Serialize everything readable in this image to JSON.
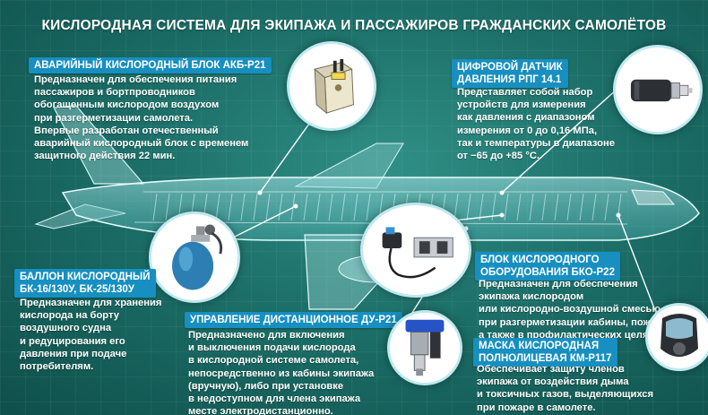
{
  "title": "КИСЛОРОДНАЯ СИСТЕМА ДЛЯ ЭКИПАЖА И ПАССАЖИРОВ ГРАЖДАНСКИХ САМОЛЁТОВ",
  "colors": {
    "background": "#1c6f68",
    "label_bar": "#178fc0",
    "text": "#ffffff",
    "connector": "#ffffff"
  },
  "components": [
    {
      "id": "akb",
      "heading": "АВАРИЙНЫЙ КИСЛОРОДНЫЙ БЛОК АКБ-Р21",
      "description": "Предназначен для обеспечения питания\nпассажиров и бортпроводников\nобогащенным кислородом воздухом\nпри разгерметизации самолета.\nВпервые разработан отечественный\nаварийный кислородный блок с временем\nзащитного действия 22 мин.",
      "icon": "oxygen-block-icon"
    },
    {
      "id": "rpg",
      "heading": "ЦИФРОВОЙ ДАТЧИК\nДАВЛЕНИЯ РПГ 14.1",
      "description": "Представляет собой набор\nустройств для измерения\nкак давления с диапазоном\nизмерения от 0 до 0,16 МПа,\nтак и температуры в диапазоне\nот  −65 до +85 °С.",
      "icon": "pressure-sensor-icon"
    },
    {
      "id": "bk",
      "heading": "БАЛЛОН КИСЛОРОДНЫЙ\nБК-16/130У, БК-25/130У",
      "description": "Предназначен для хранения\nкислорода на борту\nвоздушного судна\nи редуцирования его\nдавления при подаче\nпотребителям.",
      "icon": "oxygen-cylinder-icon"
    },
    {
      "id": "bko",
      "heading": "БЛОК КИСЛОРОДНОГО\nОБОРУДОВАНИЯ БКО-Р22",
      "description": "Предназначен для обеспечения\nэкипажа кислородом\nили кислородно-воздушной смесью\nпри разгерметизации кабины, пожаре,\nа также в профилактических целях.",
      "icon": "equipment-block-icon"
    },
    {
      "id": "du",
      "heading": "УПРАВЛЕНИЕ ДИСТАНЦИОННОЕ ДУ-Р21",
      "description": "Предназначено для включения\nи выключения подачи кислорода\nв кислородной системе самолета,\nнепосредственно из кабины экипажа\n(вручную),  либо при установке\nв недоступном для члена экипажа\nместе  электродистанционно.",
      "icon": "remote-control-icon"
    },
    {
      "id": "km",
      "heading": "МАСКА КИСЛОРОДНАЯ\nПОЛНОЛИЦЕВАЯ КМ-Р117",
      "description": "Обеспечивает защиту членов\nэкипажа от воздействия дыма\nи токсичных газов, выделяющихся\nпри пожаре в самолете.",
      "icon": "oxygen-mask-icon"
    }
  ]
}
